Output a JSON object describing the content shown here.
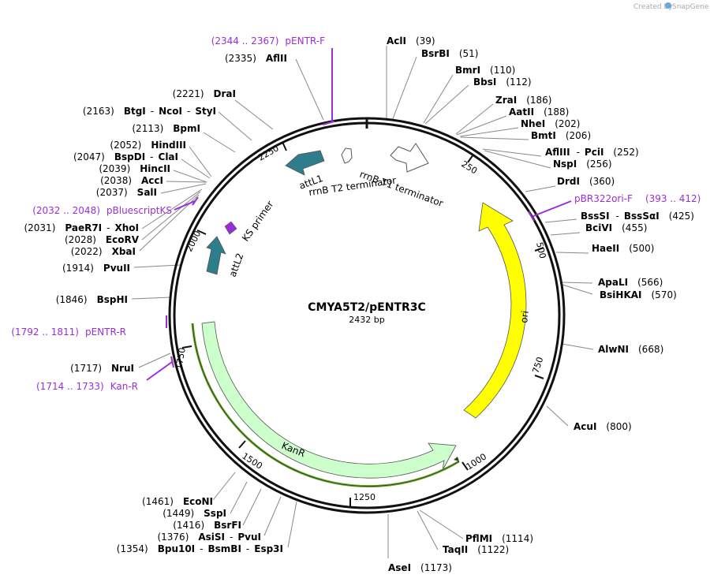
{
  "brand": {
    "created_by": "Created by",
    "name": "SnapGene"
  },
  "map": {
    "title": "CMYA5T2/pENTR3C",
    "length": "2432 bp"
  },
  "colors": {
    "primer": "#9a2ed6",
    "ori": "#ffff00",
    "kanr": "#ccffcc",
    "att": "#2e7d8c"
  },
  "ticks": [
    "250",
    "500",
    "750",
    "1000",
    "1250",
    "1500",
    "1750",
    "2000",
    "2250"
  ],
  "features": {
    "attL1": "attL1",
    "attL2": "attL2",
    "rrnB_T1": "rrnB T1 terminator",
    "rrnB_T2": "rrnB T2 terminator",
    "ks_primer": "KS primer",
    "ori": "ori",
    "kanr": "KanR"
  },
  "right_labels": [
    {
      "names": [
        "AclI"
      ],
      "pos": "(39)"
    },
    {
      "names": [
        "BsrBI"
      ],
      "pos": "(51)"
    },
    {
      "names": [
        "BmrI"
      ],
      "pos": "(110)"
    },
    {
      "names": [
        "BbsI"
      ],
      "pos": "(112)"
    },
    {
      "names": [
        "ZraI"
      ],
      "pos": "(186)"
    },
    {
      "names": [
        "AatII"
      ],
      "pos": "(188)"
    },
    {
      "names": [
        "NheI"
      ],
      "pos": "(202)"
    },
    {
      "names": [
        "BmtI"
      ],
      "pos": "(206)"
    },
    {
      "names": [
        "AflIII",
        "PciI"
      ],
      "pos": "(252)"
    },
    {
      "names": [
        "NspI"
      ],
      "pos": "(256)"
    },
    {
      "names": [
        "DrdI"
      ],
      "pos": "(360)"
    },
    {
      "names": [
        "BssSI",
        "BssSαI"
      ],
      "pos": "(425)"
    },
    {
      "names": [
        "BciVI"
      ],
      "pos": "(455)"
    },
    {
      "names": [
        "HaeII"
      ],
      "pos": "(500)"
    },
    {
      "names": [
        "ApaLI"
      ],
      "pos": "(566)"
    },
    {
      "names": [
        "BsiHKAI"
      ],
      "pos": "(570)"
    },
    {
      "names": [
        "AlwNI"
      ],
      "pos": "(668)"
    },
    {
      "names": [
        "AcuI"
      ],
      "pos": "(800)"
    },
    {
      "names": [
        "PflMI"
      ],
      "pos": "(1114)"
    },
    {
      "names": [
        "TaqII"
      ],
      "pos": "(1122)"
    },
    {
      "names": [
        "AseI"
      ],
      "pos": "(1173)"
    }
  ],
  "left_labels": [
    {
      "pos": "(2335)",
      "names": [
        "AflII"
      ]
    },
    {
      "pos": "(2221)",
      "names": [
        "DraI"
      ]
    },
    {
      "pos": "(2163)",
      "names": [
        "BtgI",
        "NcoI",
        "StyI"
      ]
    },
    {
      "pos": "(2113)",
      "names": [
        "BpmI"
      ]
    },
    {
      "pos": "(2052)",
      "names": [
        "HindIII"
      ]
    },
    {
      "pos": "(2047)",
      "names": [
        "BspDI",
        "ClaI"
      ]
    },
    {
      "pos": "(2039)",
      "names": [
        "HincII"
      ]
    },
    {
      "pos": "(2038)",
      "names": [
        "AccI"
      ]
    },
    {
      "pos": "(2037)",
      "names": [
        "SalI"
      ]
    },
    {
      "pos": "(2031)",
      "names": [
        "PaeR7I",
        "XhoI"
      ]
    },
    {
      "pos": "(2028)",
      "names": [
        "EcoRV"
      ]
    },
    {
      "pos": "(2022)",
      "names": [
        "XbaI"
      ]
    },
    {
      "pos": "(1914)",
      "names": [
        "PvuII"
      ]
    },
    {
      "pos": "(1846)",
      "names": [
        "BspHI"
      ]
    },
    {
      "pos": "(1717)",
      "names": [
        "NruI"
      ]
    },
    {
      "pos": "(1461)",
      "names": [
        "EcoNI"
      ]
    },
    {
      "pos": "(1449)",
      "names": [
        "SspI"
      ]
    },
    {
      "pos": "(1416)",
      "names": [
        "BsrFI"
      ]
    },
    {
      "pos": "(1376)",
      "names": [
        "AsiSI",
        "PvuI"
      ]
    },
    {
      "pos": "(1354)",
      "names": [
        "Bpu10I",
        "BsmBI",
        "Esp3I"
      ]
    }
  ],
  "primers": [
    {
      "range": "(2344 .. 2367)",
      "name": "pENTR-F"
    },
    {
      "range": "(393 .. 412)",
      "name": "pBR322ori-F"
    },
    {
      "range": "(2032 .. 2048)",
      "name": "pBluescriptKS"
    },
    {
      "range": "(1792 .. 1811)",
      "name": "pENTR-R"
    },
    {
      "range": "(1714 .. 1733)",
      "name": "Kan-R"
    }
  ]
}
